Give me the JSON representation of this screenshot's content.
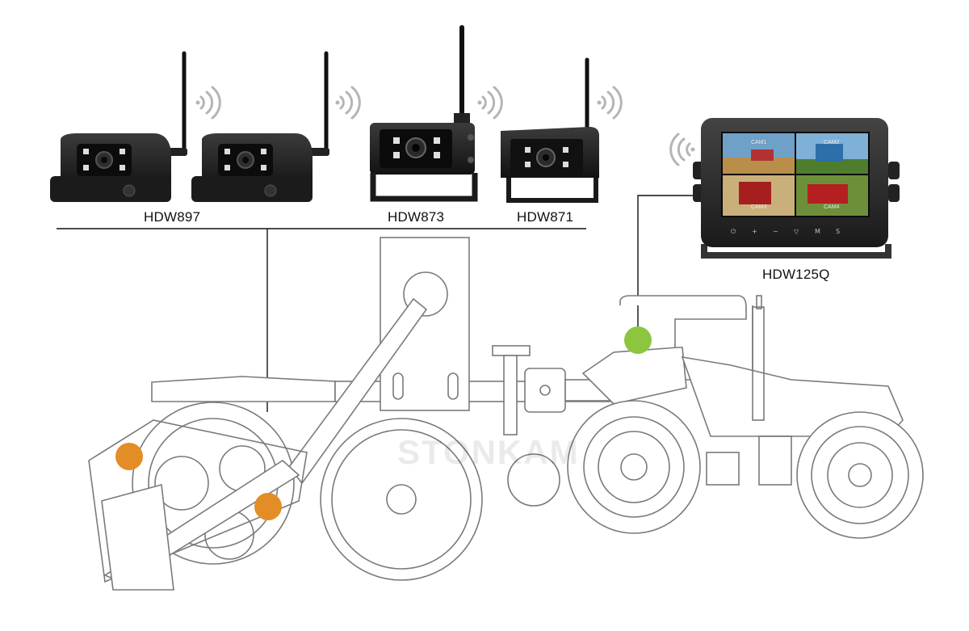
{
  "labels": {
    "cam1": "HDW897",
    "cam2": "HDW873",
    "cam3": "HDW871",
    "monitor": "HDW125Q"
  },
  "watermark": "STONKAM",
  "monitor_quads": [
    "CAM1",
    "CAM2",
    "CAM3",
    "CAM4"
  ],
  "monitor_buttons": [
    "⏻",
    "+",
    "−",
    "▽",
    "M",
    "S"
  ],
  "colors": {
    "line": "#777777",
    "camera_marker": "#e38d27",
    "monitor_marker": "#8cc63f",
    "camera_body": "#1f1f1f",
    "monitor_body": "#2a2a2a"
  }
}
